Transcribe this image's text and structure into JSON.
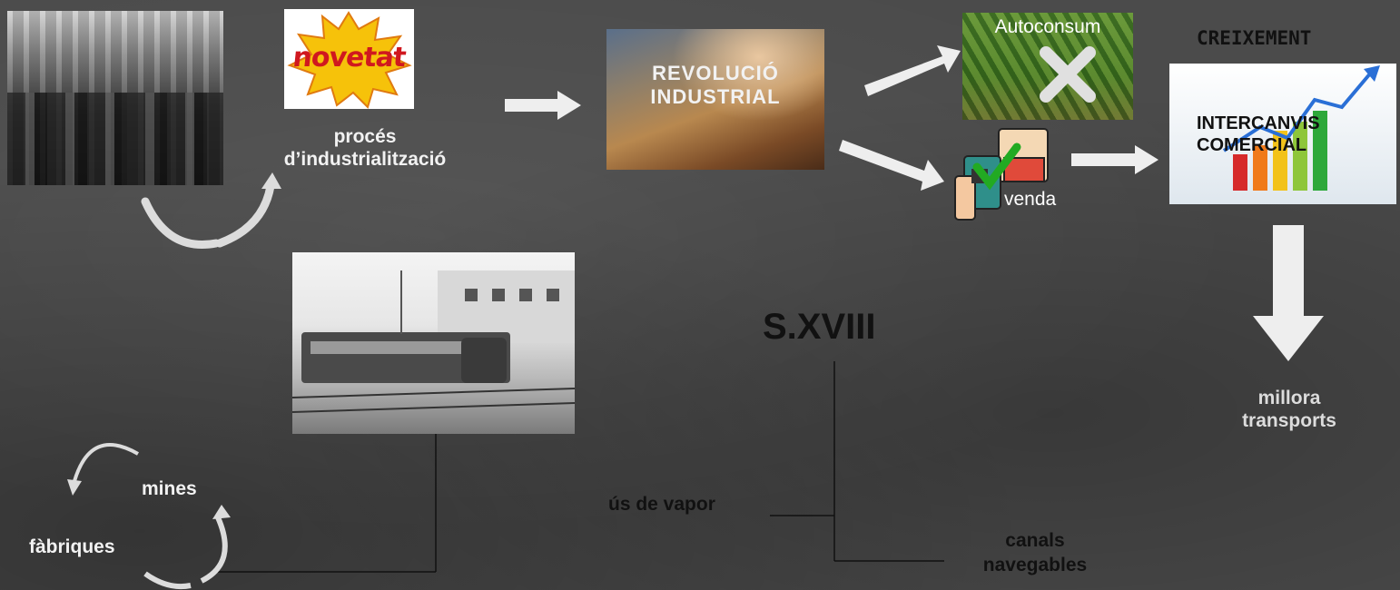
{
  "novetat": "novetat",
  "proces": "procés d’industrialització",
  "revolucio_line1": "REVOLUCIÓ",
  "revolucio_line2": "INDUSTRIAL",
  "autoconsum": "Autoconsum",
  "venda": "venda",
  "creixement": "CREIXEMENT",
  "intercanvis_line1": "INTERCANVIS",
  "intercanvis_line2": "COMERCIAL",
  "millora_transports": "millora transports",
  "sxviii": "S.XVIII",
  "us_vapor": "ús de vapor",
  "canals_navegables": "canals navegables",
  "mines": "mines",
  "fabriques": "fàbriques",
  "colors": {
    "background": "#4b4b4b",
    "arrow": "#eeeeee",
    "label": "#f2f2f2",
    "check": "#22aa22"
  }
}
